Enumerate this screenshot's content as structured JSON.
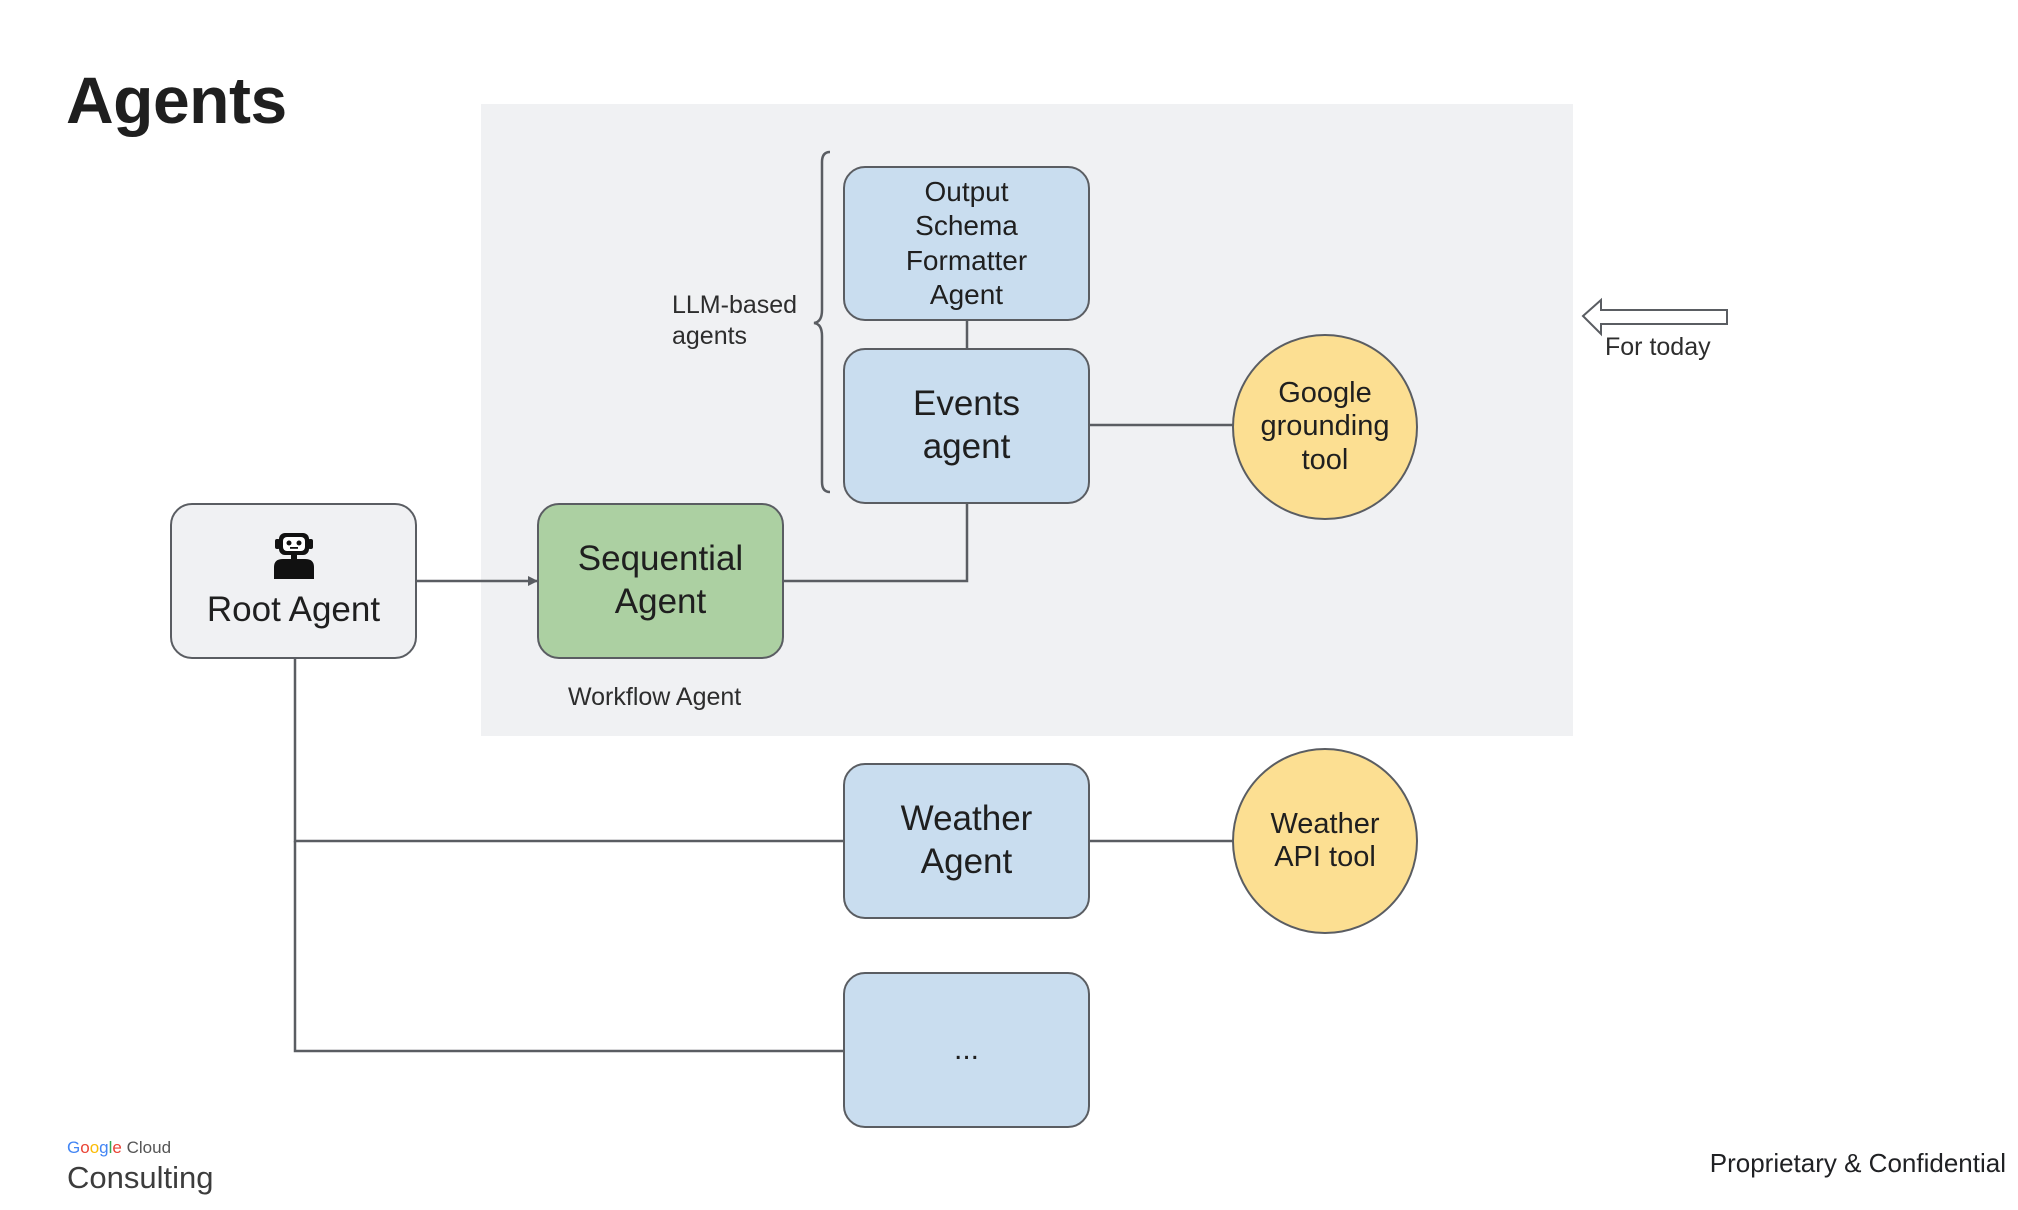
{
  "slide": {
    "title": "Agents",
    "footer": "Proprietary & Confidential"
  },
  "branding": {
    "logo_wordmark": "Google",
    "logo_product": "Cloud",
    "logo_subline": "Consulting"
  },
  "diagram": {
    "nodes": {
      "root_agent": {
        "label": "Root Agent",
        "icon": "robot-icon"
      },
      "sequential_agent": {
        "line1": "Sequential",
        "line2": "Agent"
      },
      "output_schema_agent": {
        "line1": "Output",
        "line2": "Schema",
        "line3": "Formatter",
        "line4": "Agent"
      },
      "events_agent": {
        "line1": "Events",
        "line2": "agent"
      },
      "weather_agent": {
        "line1": "Weather",
        "line2": "Agent"
      },
      "more_agent": {
        "label": "..."
      }
    },
    "tools": {
      "google_grounding": {
        "line1": "Google",
        "line2": "grounding",
        "line3": "tool"
      },
      "weather_api": {
        "line1": "Weather",
        "line2": "API tool"
      }
    },
    "annotations": {
      "llm_group_line1": "LLM-based",
      "llm_group_line2": "agents",
      "workflow_caption": "Workflow Agent",
      "for_today": "For today"
    },
    "colors": {
      "llm_agent": "#c9ddef",
      "workflow_agent": "#acd0a2",
      "root_agent": "#f0f1f3",
      "tool": "#fcdf92",
      "panel": "#f0f1f3",
      "stroke": "#5a5d62"
    }
  }
}
